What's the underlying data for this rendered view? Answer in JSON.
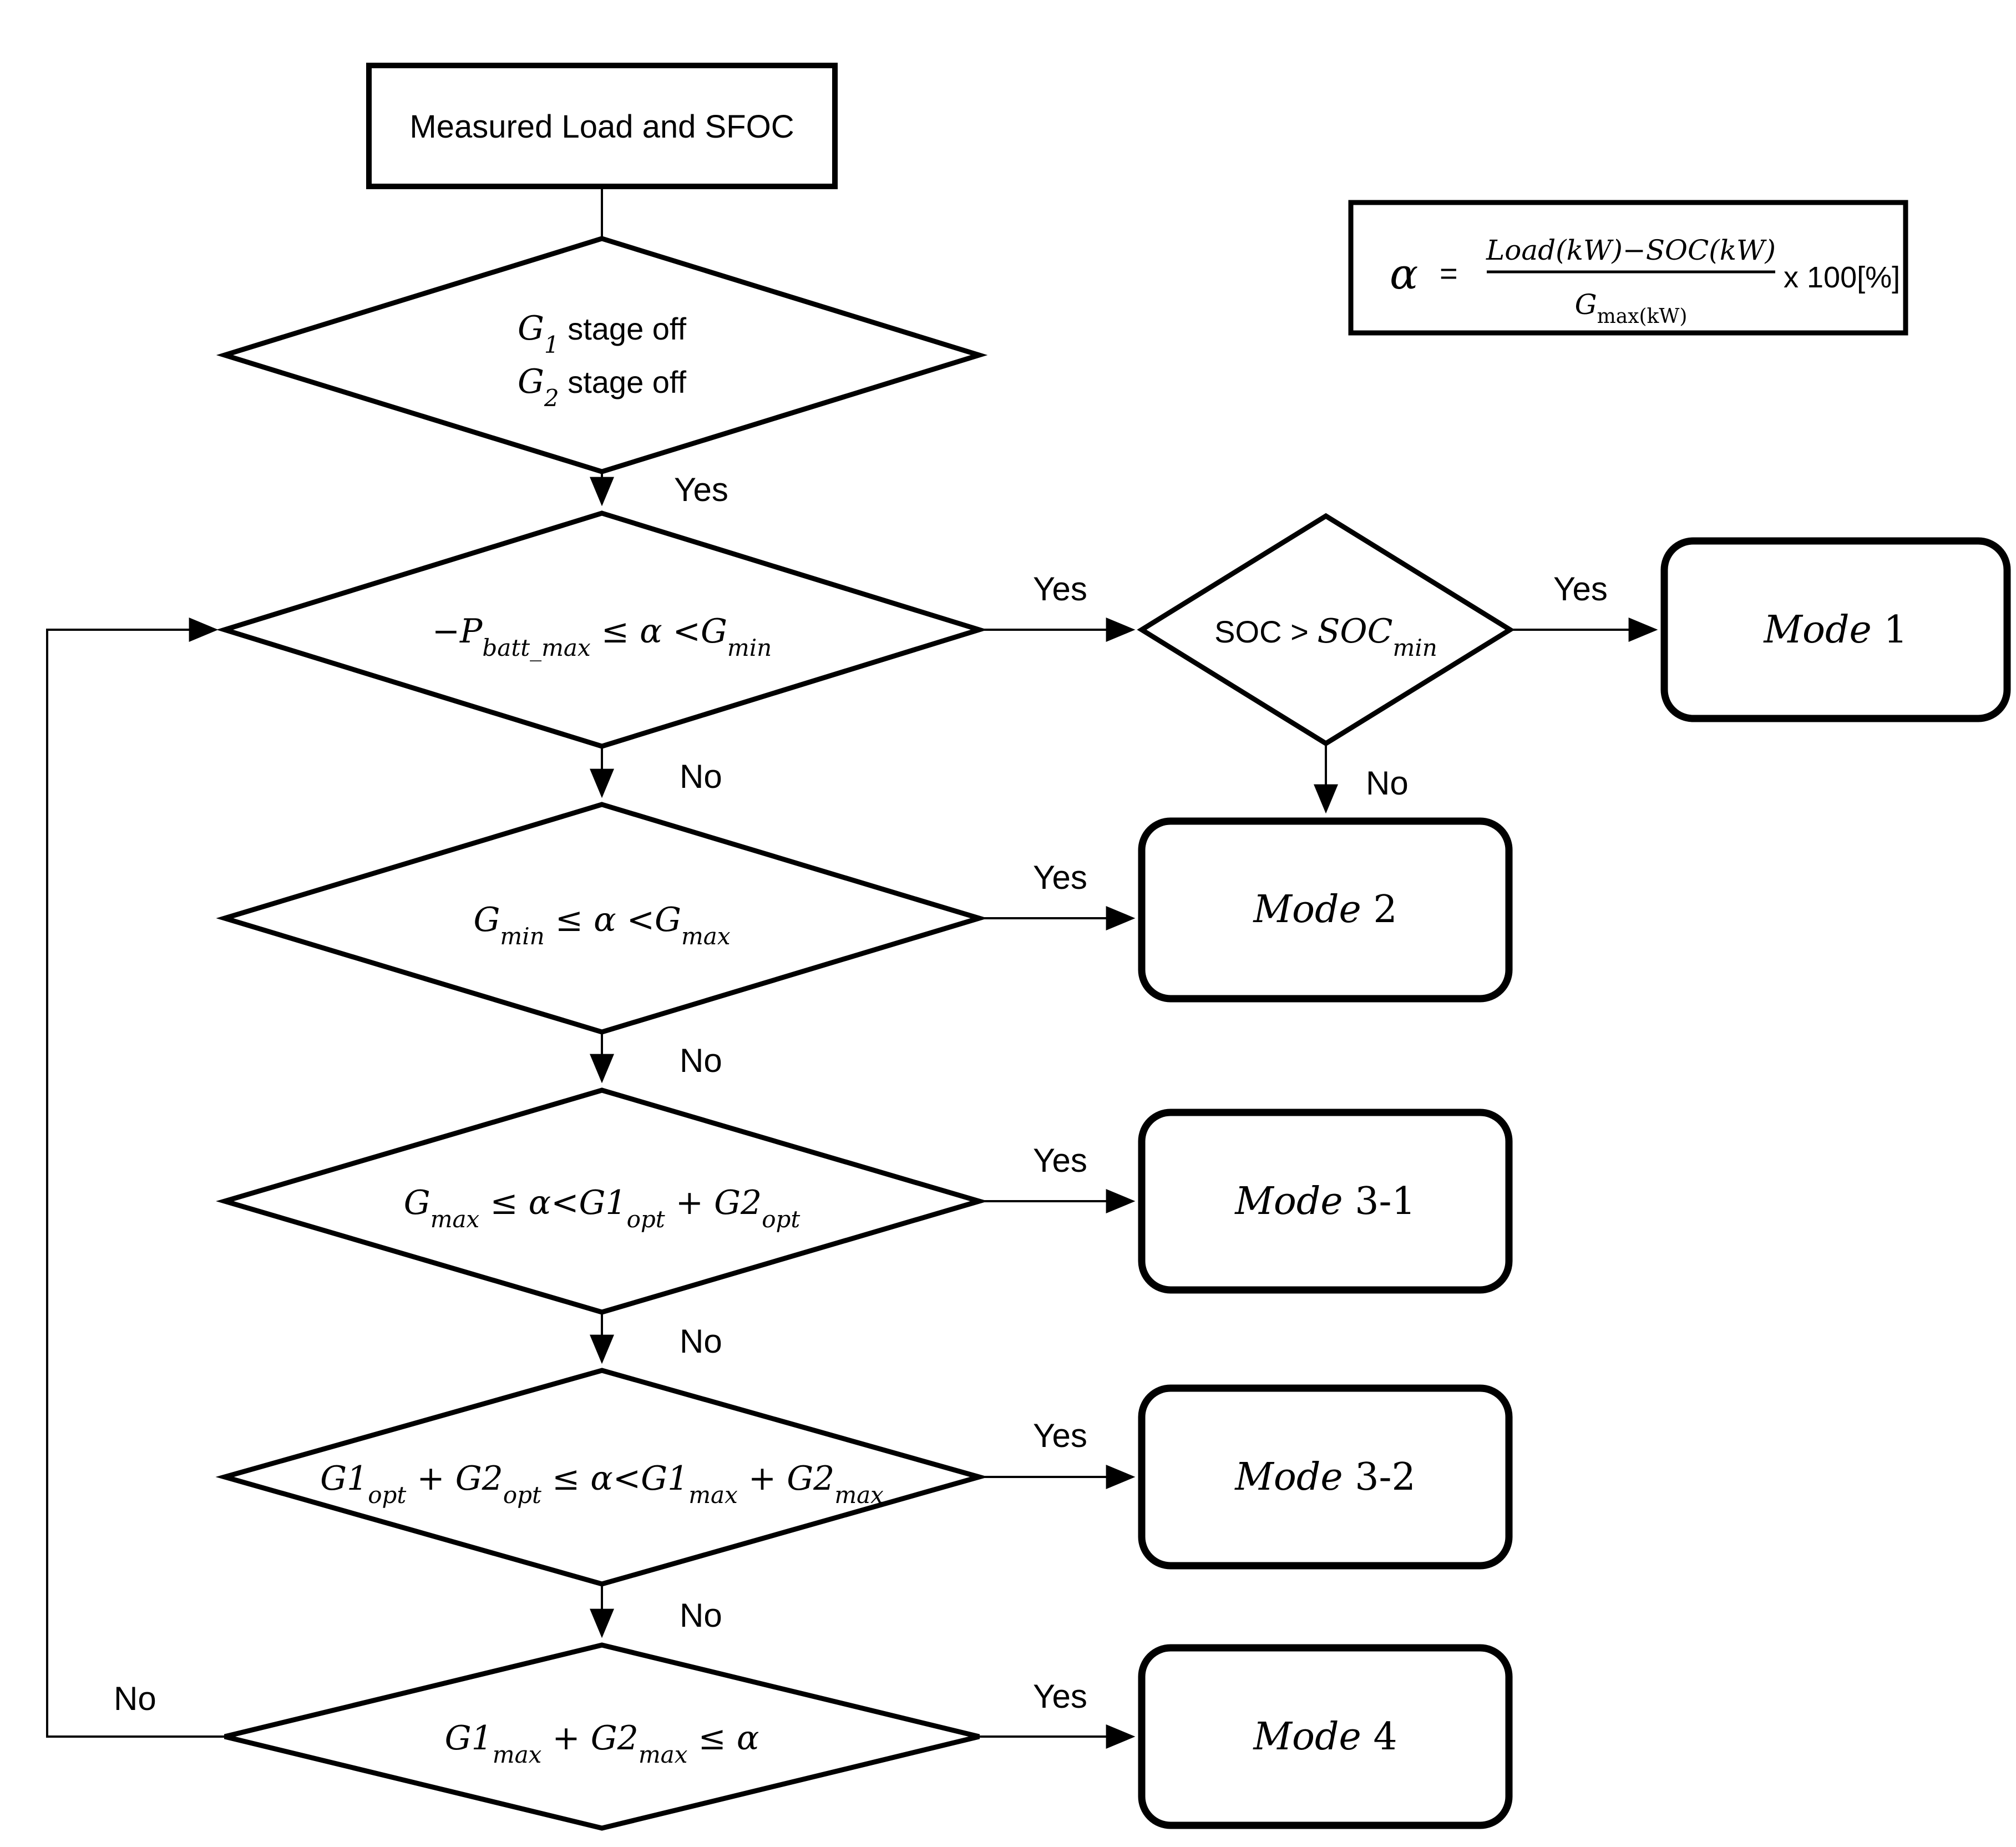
{
  "background": "#ffffff",
  "line_color": "#000000",
  "labels": {
    "yes": "Yes",
    "no": "No"
  },
  "start": {
    "label": "Measured Load and SFOC"
  },
  "formula": {
    "lhs": "α",
    "eq": "=",
    "numerator": "Load(kW)−SOC(kW)",
    "den_base": "G",
    "den_sub": "max(kW)",
    "suffix": "x 100[%]"
  },
  "d1": {
    "g1": "G",
    "g1s": "1",
    "t1": " stage off",
    "g2": "G",
    "g2s": "2",
    "t2": " stage off"
  },
  "d2": {
    "a": "−P",
    "as": "batt_max",
    "b": " ≤ ",
    "c": "α",
    "d": " <",
    "e": "G",
    "es": "min"
  },
  "d3": {
    "a": "G",
    "as": "min",
    "b": " ≤ ",
    "c": "α",
    "d": " <",
    "e": "G",
    "es": "max"
  },
  "d4": {
    "a": "G",
    "as": "max",
    "b": " ≤ ",
    "c": "α",
    "d": "<",
    "e": "G1",
    "es": "opt",
    "f": " + ",
    "g": "G2",
    "gs": "opt"
  },
  "d5": {
    "a": "G1",
    "as": "opt",
    "b": " + ",
    "c": "G2",
    "cs": "opt",
    "d": " ≤ ",
    "e": "α",
    "f": "<",
    "g": "G1",
    "gs": "max",
    "h": " + ",
    "i": "G2",
    "is": "max"
  },
  "d6": {
    "a": "G1",
    "as": "max",
    "b": " + ",
    "c": "G2",
    "cs": "max",
    "d": " ≤ ",
    "e": "α"
  },
  "dsoc": {
    "a": "SOC > ",
    "b": "SOC",
    "bs": "min"
  },
  "modes": {
    "m1": {
      "w": "Mode",
      "n": " 1"
    },
    "m2": {
      "w": "Mode",
      "n": " 2"
    },
    "m31": {
      "w": "Mode",
      "n": " 3-1"
    },
    "m32": {
      "w": "Mode",
      "n": " 3-2"
    },
    "m4": {
      "w": "Mode",
      "n": " 4"
    }
  }
}
